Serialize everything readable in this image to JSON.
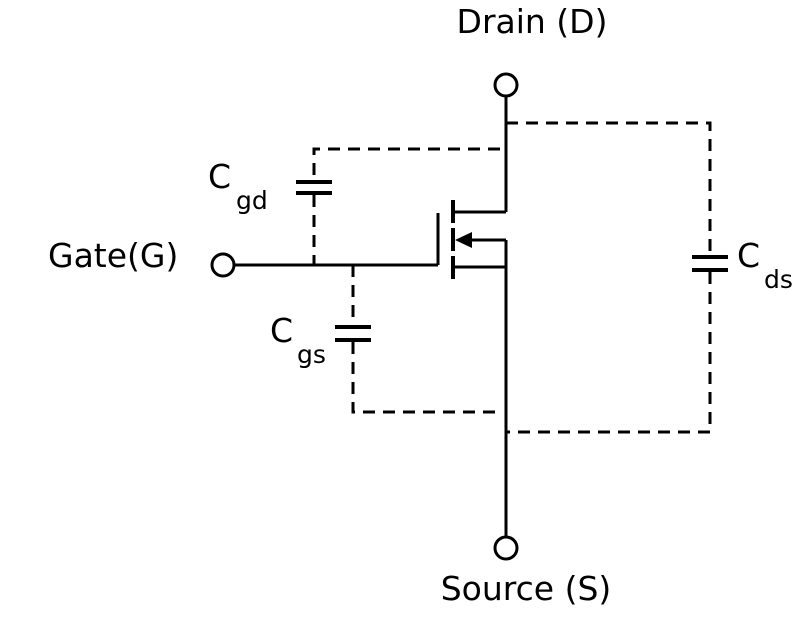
{
  "labels": {
    "drain": "Drain (D)",
    "gate": "Gate(G)",
    "source": "Source (S)",
    "cgd_main": "C",
    "cgd_sub": "gd",
    "cgs_main": "C",
    "cgs_sub": "gs",
    "cds_main": "C",
    "cds_sub": "ds"
  },
  "colors": {
    "line": "#000000",
    "background": "#ffffff"
  }
}
